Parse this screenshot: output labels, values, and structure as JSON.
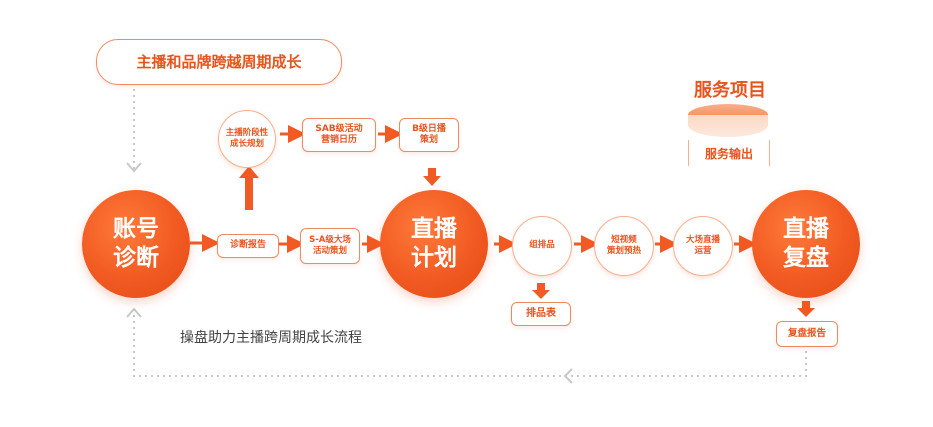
{
  "top_label": "主播和品牌跨越周期成长",
  "legend": {
    "title": "服务项目",
    "subtitle": "服务输出"
  },
  "nodes": {
    "account_diagnosis": "账号\n诊断",
    "live_plan": "直播\n计划",
    "live_review": "直播\n复盘",
    "anchor_stage_plan": "主播阶段性\n成长规划",
    "group_products": "组排品",
    "short_video": "短视频\n策划预热",
    "big_live_ops": "大场直播\n运营"
  },
  "boxes": {
    "diagnosis_report": "诊断报告",
    "sa_event_plan": "S-A级大场\n活动策划",
    "sab_calendar": "SAB级活动\n营销日历",
    "b_daily_plan": "B级日播\n策划",
    "product_table": "排品表",
    "review_report": "复盘报告"
  },
  "caption": "操盘助力主播跨周期成长流程",
  "colors": {
    "accent": "#f15a22",
    "light": "#f6b08f",
    "dotted": "#c8c8c8"
  }
}
